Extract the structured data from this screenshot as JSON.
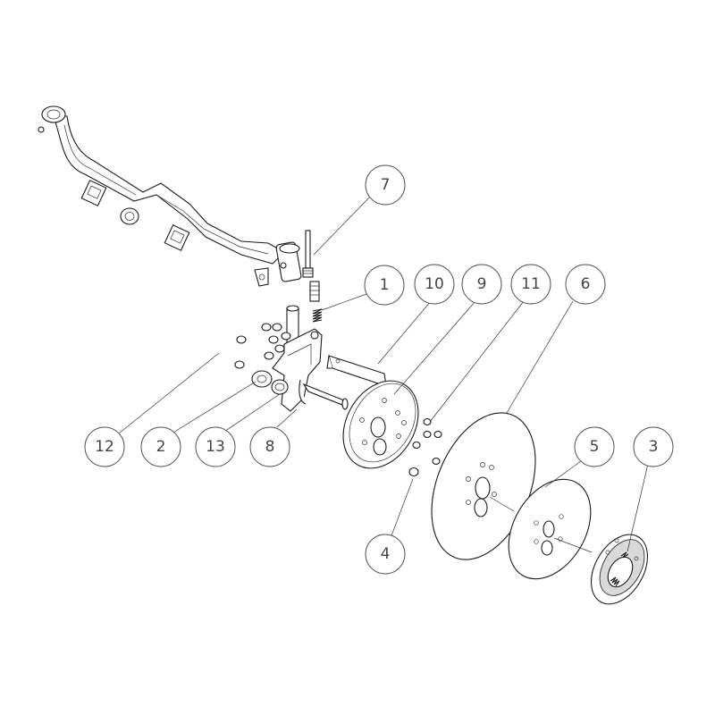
{
  "callouts": [
    {
      "id": "c1",
      "label": "1"
    },
    {
      "id": "c2",
      "label": "2"
    },
    {
      "id": "c3",
      "label": "3"
    },
    {
      "id": "c4",
      "label": "4"
    },
    {
      "id": "c5",
      "label": "5"
    },
    {
      "id": "c6",
      "label": "6"
    },
    {
      "id": "c7",
      "label": "7"
    },
    {
      "id": "c8",
      "label": "8"
    },
    {
      "id": "c9",
      "label": "9"
    },
    {
      "id": "c10",
      "label": "10"
    },
    {
      "id": "c11",
      "label": "11"
    },
    {
      "id": "c12",
      "label": "12"
    },
    {
      "id": "c13",
      "label": "13"
    }
  ],
  "colors": {
    "line": "#1a1a1a",
    "callout": "#555555",
    "background": "#ffffff"
  }
}
